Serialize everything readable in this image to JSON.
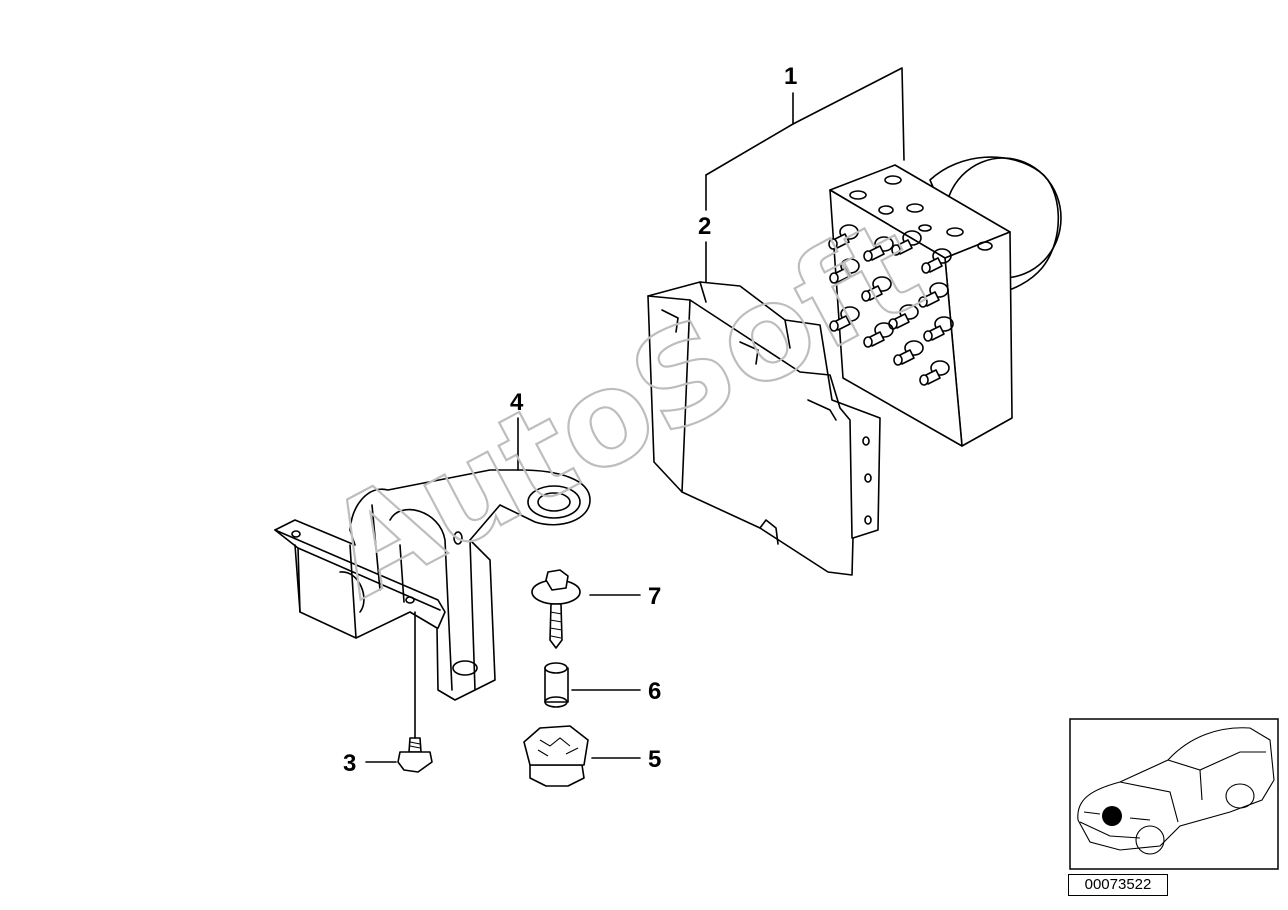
{
  "watermark": "AutoSoft",
  "callouts": [
    {
      "id": "1",
      "label": "1"
    },
    {
      "id": "2",
      "label": "2"
    },
    {
      "id": "3",
      "label": "3"
    },
    {
      "id": "4",
      "label": "4"
    },
    {
      "id": "5",
      "label": "5"
    },
    {
      "id": "6",
      "label": "6"
    },
    {
      "id": "7",
      "label": "7"
    }
  ],
  "diagram_code": "00073522",
  "locator_marker_color": "#000000"
}
